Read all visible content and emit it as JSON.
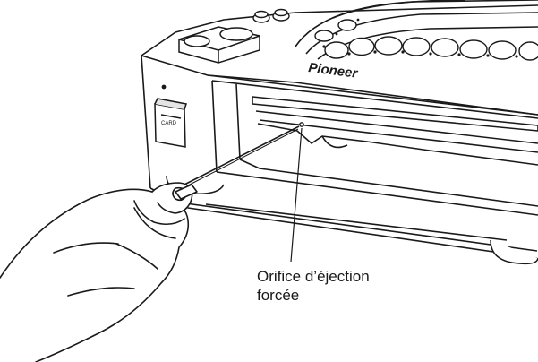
{
  "brand_logo": "Pioneer",
  "card_slot_label": "CARD",
  "callout": {
    "line1": "Orifice d’éjection",
    "line2": "forcée"
  },
  "colors": {
    "ink": "#1a1a1a",
    "paper": "#ffffff",
    "shade": "#e4e4e4"
  }
}
